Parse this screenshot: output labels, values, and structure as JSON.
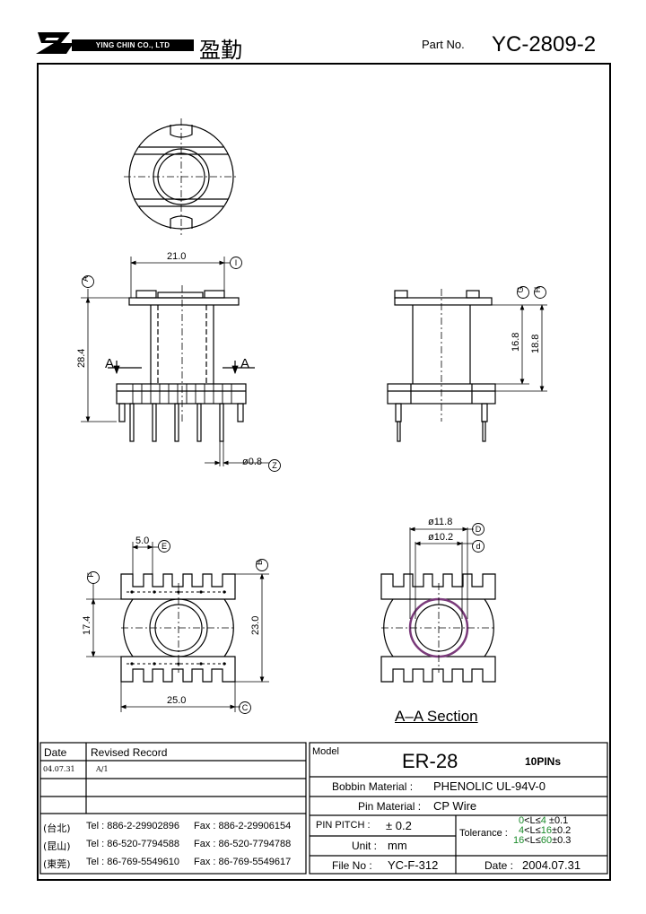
{
  "header": {
    "company_en": "YING CHIN CO., LTD",
    "company_cn": "盈勤",
    "part_label": "Part No.",
    "part_number": "YC-2809-2"
  },
  "drawing": {
    "dims": {
      "width_top": "21.0",
      "height_total": "28.4",
      "section_mark_left": "A",
      "section_mark_right": "A",
      "pin_dia": "ø0.8",
      "side_h1": "16.8",
      "side_h2": "18.8",
      "pitch": "5.0",
      "depth_b": "17.4",
      "depth_total": "23.0",
      "width_bottom": "25.0",
      "dia_outer": "ø11.8",
      "dia_inner": "ø10.2"
    },
    "markers": {
      "a": "A",
      "i": "I",
      "z": "Z",
      "g": "G",
      "h": "H",
      "e": "E",
      "f": "F",
      "b": "B",
      "c": "C",
      "d_upper": "D",
      "d_lower": "d"
    },
    "section_title": "A–A Section"
  },
  "title_block": {
    "date_header": "Date",
    "record_header": "Revised Record",
    "rows": [
      {
        "date": "04.07.31",
        "record": "A/1"
      },
      {
        "date": "",
        "record": ""
      },
      {
        "date": "",
        "record": ""
      }
    ],
    "contacts": [
      {
        "city": "(台北)",
        "tel": "Tel : 886-2-29902896",
        "fax": "Fax : 886-2-29906154"
      },
      {
        "city": "(昆山)",
        "tel": "Tel : 86-520-7794588",
        "fax": "Fax : 86-520-7794788"
      },
      {
        "city": "(東莞)",
        "tel": "Tel : 86-769-5549610",
        "fax": "Fax : 86-769-5549617"
      }
    ],
    "model_label": "Model",
    "model_value": "ER-28",
    "pins": "10PINs",
    "bobbin_label": "Bobbin  Material :",
    "bobbin_value": "PHENOLIC UL-94V-0",
    "pin_label": "Pin  Material :",
    "pin_value": "CP Wire",
    "pitch_label": "PIN  PITCH :",
    "pitch_value": "± 0.2",
    "unit_label": "Unit :",
    "unit_value": "mm",
    "file_label": "File  No :",
    "file_value": "YC-F-312",
    "tolerance_label": "Tolerance :",
    "tolerance_rows": [
      {
        "range_a": "0",
        "range_b": "4",
        "tol": "±0.1"
      },
      {
        "range_a": "4",
        "range_b": "16",
        "tol": "±0.2"
      },
      {
        "range_a": "16",
        "range_b": "60",
        "tol": "±0.3"
      }
    ],
    "tolerance_cond": "<L≤",
    "date_label": "Date :",
    "date_value": "2004.07.31"
  }
}
